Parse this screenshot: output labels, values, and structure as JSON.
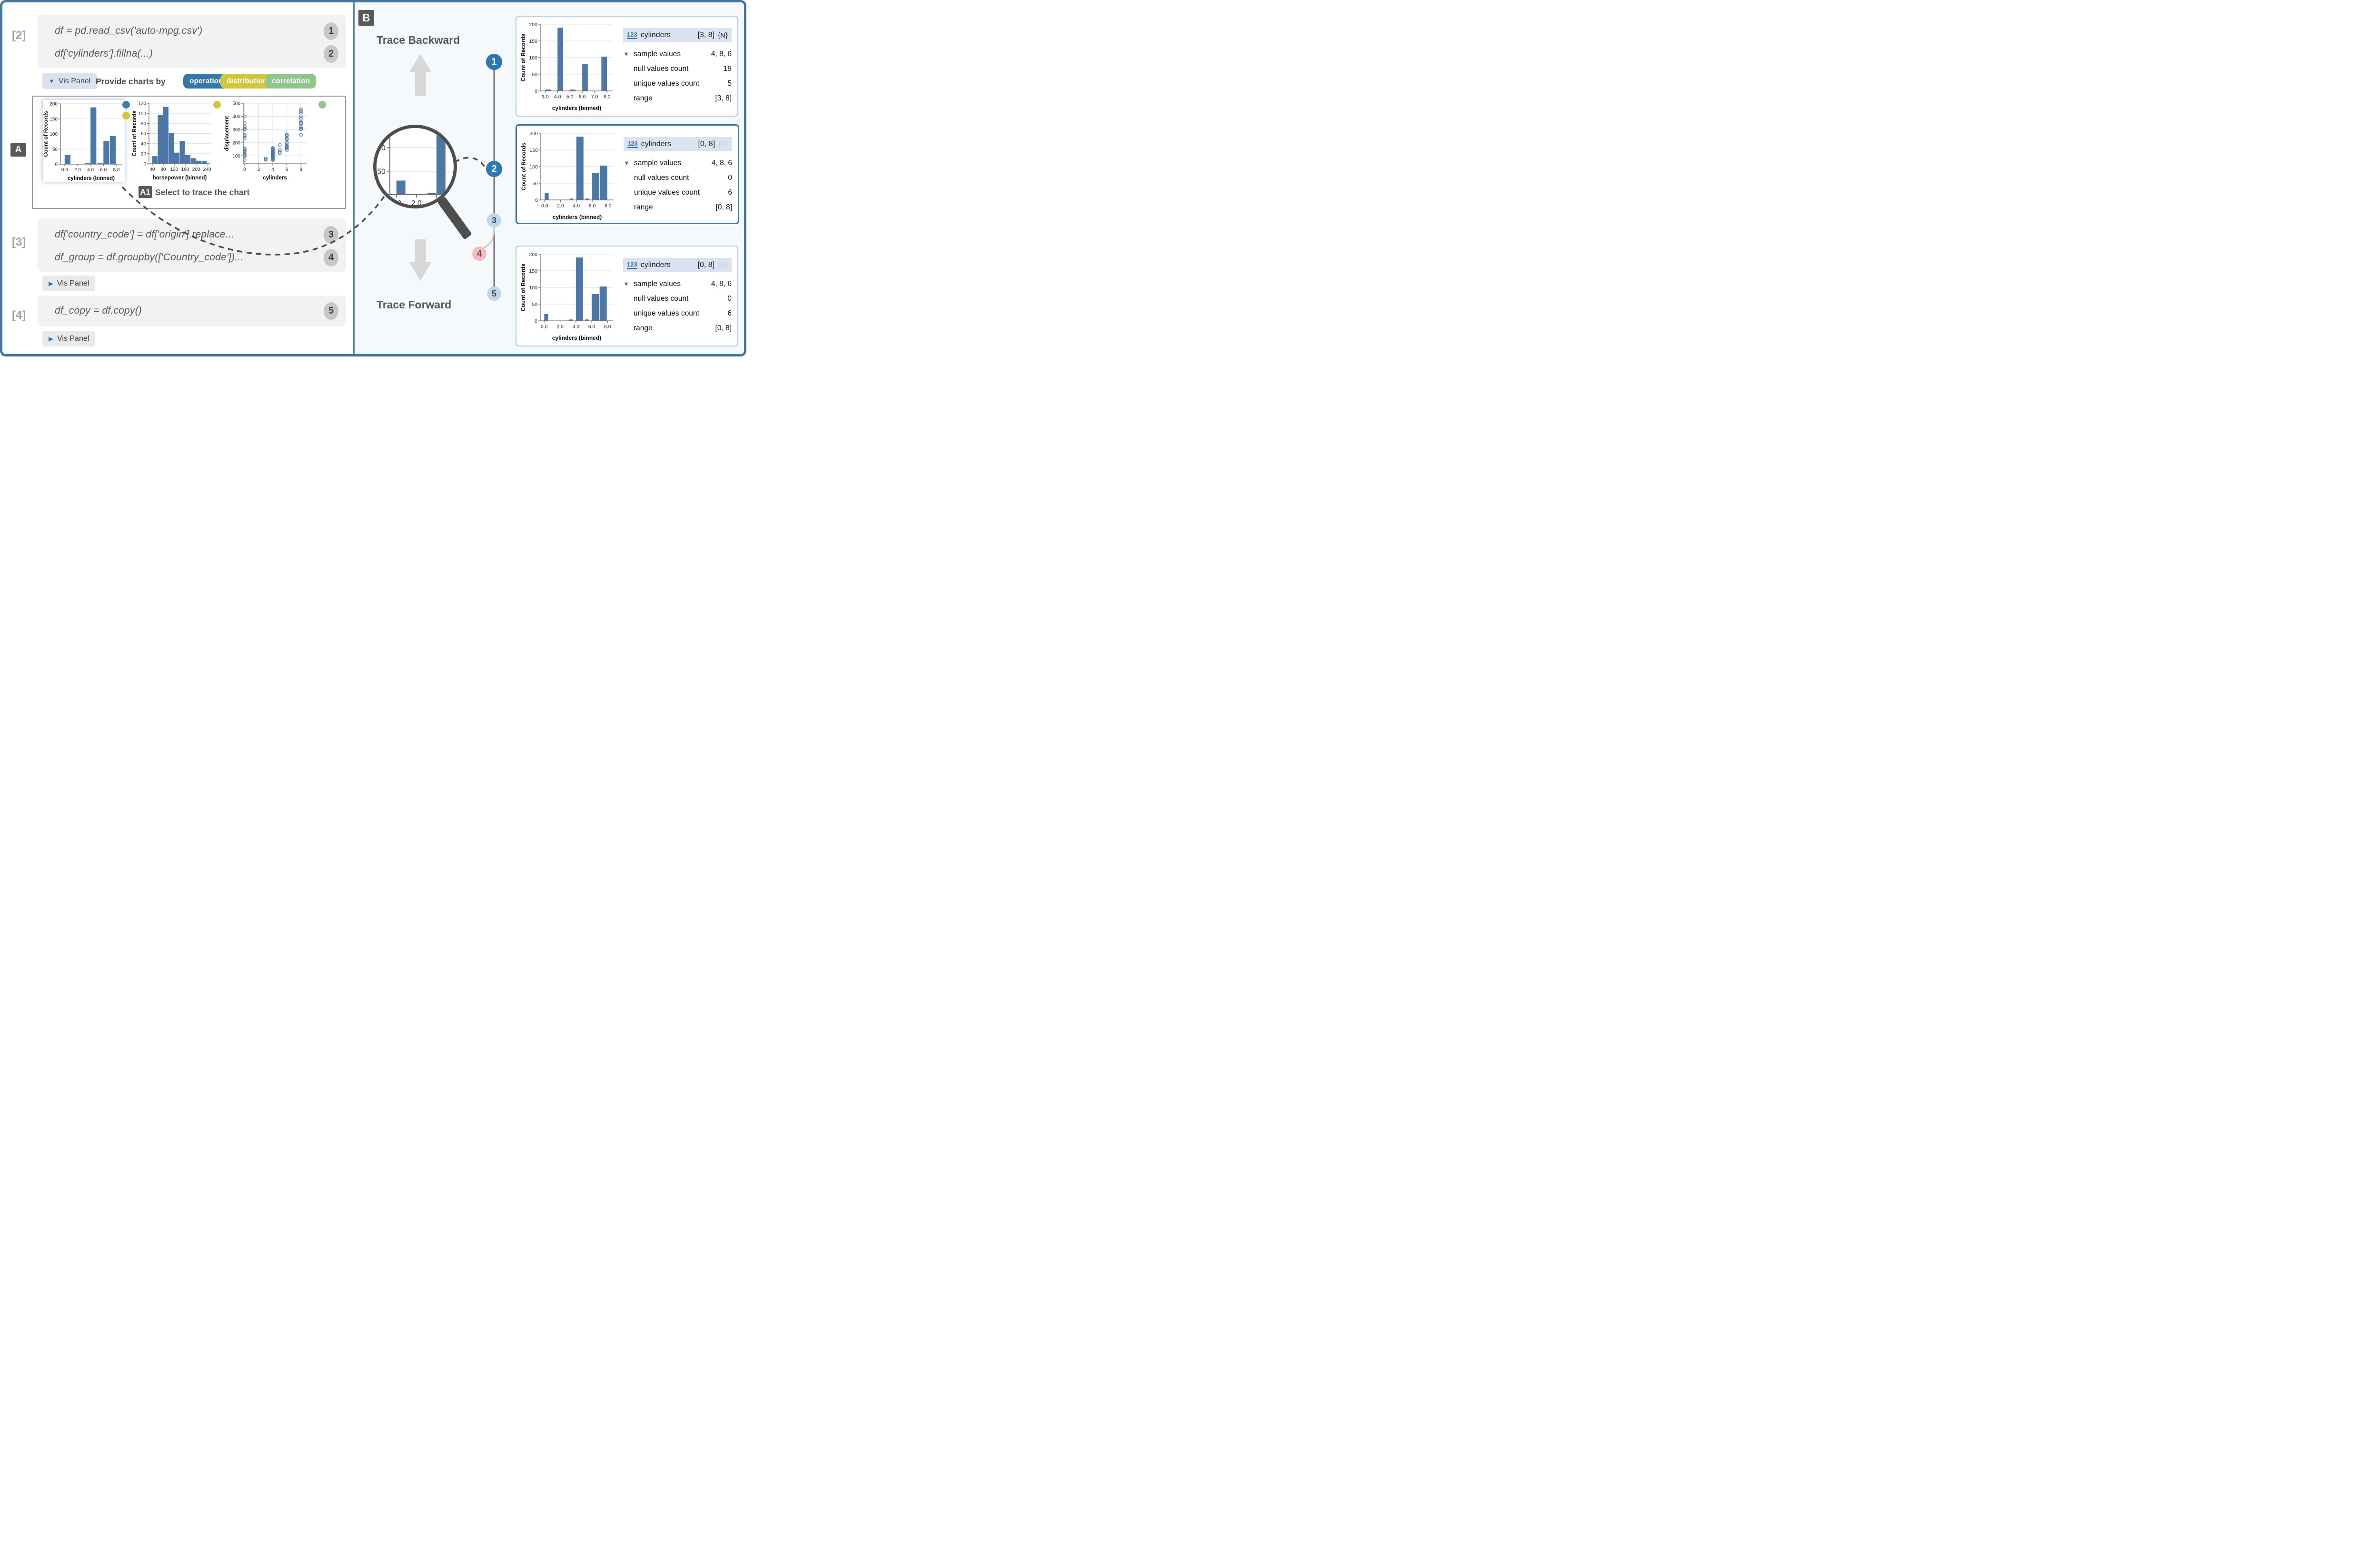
{
  "colors": {
    "accent_blue": "#3377ad",
    "tag_yellow": "#d0c838",
    "tag_green": "#90c58b",
    "node_blue": "#2b78b3",
    "node_light_blue": "#bed8eb",
    "node_pink": "#f7b9bc",
    "bar_blue": "#4c78a8",
    "dot_blue": "#3b7fb5",
    "dot_yellow": "#d0c838",
    "dot_green": "#90c58b"
  },
  "left_panel": {
    "cells": [
      {
        "label": "[2]",
        "lines": [
          {
            "code": "df = pd.read_csv('auto-mpg.csv')",
            "badge": "1"
          },
          {
            "code": "df['cylinders'].fillna(...)",
            "badge": "2"
          }
        ]
      },
      {
        "label": "[3]",
        "lines": [
          {
            "code": "df['country_code'] = df['origin'].replace...",
            "badge": "3"
          },
          {
            "code": "df_group = df.groupby(['Country_code'])...",
            "badge": "4"
          }
        ]
      },
      {
        "label": "[4]",
        "lines": [
          {
            "code": "df_copy = df.copy()",
            "badge": "5"
          }
        ]
      }
    ],
    "vis_panel_label": "Vis Panel",
    "expanded_icon": "▼",
    "collapsed_icon": "▶",
    "provide_charts_label": "Provide charts by",
    "tags": [
      {
        "label": "operation"
      },
      {
        "label": "distribution"
      },
      {
        "label": "correlation"
      }
    ],
    "panel_a_label": "A",
    "annotation_a1": {
      "label": "A1",
      "text": "Select to trace the chart"
    }
  },
  "right_panel": {
    "panel_b_label": "B",
    "trace_backward_label": "Trace Backward",
    "trace_forward_label": "Trace Forward",
    "timeline_nodes": [
      {
        "label": "1"
      },
      {
        "label": "2"
      },
      {
        "label": "3"
      },
      {
        "label": "4"
      },
      {
        "label": "5"
      }
    ],
    "cards": [
      {
        "field_type_icon": "123",
        "field_name": "cylinders",
        "field_range": "[3, 8]",
        "null_badge": "{N}",
        "selected": false,
        "rows": [
          {
            "label": "sample values",
            "value": "4, 8, 6"
          },
          {
            "label": "null values count",
            "value": "19"
          },
          {
            "label": "unique values count",
            "value": "5"
          },
          {
            "label": "range",
            "value": "[3, 8]"
          }
        ]
      },
      {
        "field_type_icon": "123",
        "field_name": "cylinders",
        "field_range": "[0, 8]",
        "null_badge": "{N}",
        "selected": true,
        "rows": [
          {
            "label": "sample values",
            "value": "4, 8, 6"
          },
          {
            "label": "null values count",
            "value": "0"
          },
          {
            "label": "unique values count",
            "value": "6"
          },
          {
            "label": "range",
            "value": "[0, 8]"
          }
        ]
      },
      {
        "field_type_icon": "123",
        "field_name": "cylinders",
        "field_range": "[0, 8]",
        "null_badge": "{N}",
        "selected": false,
        "rows": [
          {
            "label": "sample values",
            "value": "4, 8, 6"
          },
          {
            "label": "null values count",
            "value": "0"
          },
          {
            "label": "unique values count",
            "value": "6"
          },
          {
            "label": "range",
            "value": "[0, 8]"
          }
        ]
      }
    ]
  },
  "chart_data": [
    {
      "id": "panel_a_cylinders",
      "type": "bar",
      "title": "",
      "xlabel": "cylinders (binned)",
      "ylabel": "Count of Records",
      "xlim": [
        -0.65,
        8.85
      ],
      "ylim": [
        0,
        200
      ],
      "xticks": [
        0,
        2,
        4,
        6,
        8
      ],
      "xtick_labels": [
        "0.0",
        "2.0",
        "4.0",
        "6.0",
        "8.0"
      ],
      "yticks": [
        0,
        50,
        100,
        150,
        200
      ],
      "bars": [
        {
          "x0": 0.0,
          "x1": 0.9,
          "v": 30
        },
        {
          "x0": 3.1,
          "x1": 3.95,
          "v": 3
        },
        {
          "x0": 4.0,
          "x1": 4.9,
          "v": 188
        },
        {
          "x0": 5.05,
          "x1": 5.9,
          "v": 3
        },
        {
          "x0": 6.0,
          "x1": 6.9,
          "v": 77
        },
        {
          "x0": 7.0,
          "x1": 7.9,
          "v": 93
        }
      ]
    },
    {
      "id": "panel_a_horsepower",
      "type": "bar",
      "title": "",
      "xlabel": "horsepower (binned)",
      "ylabel": "Count of Records",
      "xlim": [
        28,
        252
      ],
      "ylim": [
        0,
        120
      ],
      "xticks": [
        40,
        80,
        120,
        160,
        200,
        240
      ],
      "xtick_labels": [
        "40",
        "80",
        "120",
        "160",
        "200",
        "240"
      ],
      "yticks": [
        0,
        20,
        40,
        60,
        80,
        100,
        120
      ],
      "bars": [
        {
          "x0": 40,
          "x1": 59,
          "v": 15
        },
        {
          "x0": 60,
          "x1": 79,
          "v": 97
        },
        {
          "x0": 80,
          "x1": 99,
          "v": 113
        },
        {
          "x0": 100,
          "x1": 119,
          "v": 61
        },
        {
          "x0": 120,
          "x1": 139,
          "v": 22
        },
        {
          "x0": 140,
          "x1": 159,
          "v": 45
        },
        {
          "x0": 160,
          "x1": 179,
          "v": 17
        },
        {
          "x0": 180,
          "x1": 199,
          "v": 11
        },
        {
          "x0": 200,
          "x1": 219,
          "v": 6
        },
        {
          "x0": 220,
          "x1": 239,
          "v": 5
        }
      ]
    },
    {
      "id": "panel_a_scatter",
      "type": "scatter",
      "title": "",
      "xlabel": "cylinders",
      "ylabel": "displacement",
      "xlim": [
        -0.2,
        8.8
      ],
      "ylim": [
        40,
        500
      ],
      "xticks": [
        0,
        2,
        4,
        6,
        8
      ],
      "xtick_labels": [
        "0",
        "2",
        "4",
        "6",
        "8"
      ],
      "yticks": [
        100,
        200,
        300,
        400,
        500
      ],
      "points": [
        [
          0,
          68
        ],
        [
          0,
          97
        ],
        [
          0,
          105
        ],
        [
          0,
          110
        ],
        [
          0,
          120
        ],
        [
          0,
          135
        ],
        [
          0,
          140
        ],
        [
          0,
          151
        ],
        [
          0,
          155
        ],
        [
          0,
          231
        ],
        [
          0,
          250
        ],
        [
          0,
          258
        ],
        [
          0,
          302
        ],
        [
          0,
          307
        ],
        [
          0,
          318
        ],
        [
          0,
          350
        ],
        [
          0,
          400
        ],
        [
          3,
          70
        ],
        [
          3,
          72
        ],
        [
          3,
          80
        ],
        [
          4,
          68
        ],
        [
          4,
          71
        ],
        [
          4,
          76
        ],
        [
          4,
          79
        ],
        [
          4,
          83
        ],
        [
          4,
          85
        ],
        [
          4,
          88
        ],
        [
          4,
          90
        ],
        [
          4,
          91
        ],
        [
          4,
          97
        ],
        [
          4,
          98
        ],
        [
          4,
          101
        ],
        [
          4,
          105
        ],
        [
          4,
          107
        ],
        [
          4,
          108
        ],
        [
          4,
          110
        ],
        [
          4,
          112
        ],
        [
          4,
          115
        ],
        [
          4,
          116
        ],
        [
          4,
          119
        ],
        [
          4,
          120
        ],
        [
          4,
          121
        ],
        [
          4,
          122
        ],
        [
          4,
          130
        ],
        [
          4,
          134
        ],
        [
          4,
          135
        ],
        [
          4,
          140
        ],
        [
          4,
          144
        ],
        [
          4,
          146
        ],
        [
          4,
          151
        ],
        [
          4,
          156
        ],
        [
          4,
          160
        ],
        [
          5,
          121
        ],
        [
          5,
          131
        ],
        [
          5,
          145
        ],
        [
          5,
          183
        ],
        [
          6,
          145
        ],
        [
          6,
          155
        ],
        [
          6,
          163
        ],
        [
          6,
          168
        ],
        [
          6,
          170
        ],
        [
          6,
          171
        ],
        [
          6,
          173
        ],
        [
          6,
          181
        ],
        [
          6,
          199
        ],
        [
          6,
          200
        ],
        [
          6,
          225
        ],
        [
          6,
          231
        ],
        [
          6,
          232
        ],
        [
          6,
          250
        ],
        [
          6,
          258
        ],
        [
          6,
          262
        ],
        [
          8,
          260
        ],
        [
          8,
          302
        ],
        [
          8,
          305
        ],
        [
          8,
          307
        ],
        [
          8,
          318
        ],
        [
          8,
          340
        ],
        [
          8,
          350
        ],
        [
          8,
          351
        ],
        [
          8,
          360
        ],
        [
          8,
          383
        ],
        [
          8,
          400
        ],
        [
          8,
          429
        ],
        [
          8,
          440
        ],
        [
          8,
          455
        ]
      ]
    },
    {
      "id": "card_cylinders_nulls",
      "type": "bar",
      "title": "",
      "xlabel": "cylinders (binned)",
      "ylabel": "Count of Records",
      "xlim": [
        2.6,
        8.5
      ],
      "ylim": [
        0,
        200
      ],
      "xticks": [
        3,
        4,
        5,
        6,
        7,
        8
      ],
      "xtick_labels": [
        "3.0",
        "4.0",
        "5.0",
        "6.0",
        "7.0",
        "8.0"
      ],
      "yticks": [
        0,
        50,
        100,
        150,
        200
      ],
      "bars": [
        {
          "x0": 3.0,
          "x1": 3.45,
          "v": 4
        },
        {
          "x0": 4.0,
          "x1": 4.45,
          "v": 190
        },
        {
          "x0": 5.0,
          "x1": 5.45,
          "v": 4
        },
        {
          "x0": 6.0,
          "x1": 6.45,
          "v": 80
        },
        {
          "x0": 7.55,
          "x1": 8.0,
          "v": 103
        }
      ]
    },
    {
      "id": "card_cylinders_filled",
      "type": "bar",
      "title": "",
      "xlabel": "cylinders (binned)",
      "ylabel": "Count of Records",
      "xlim": [
        -0.5,
        8.7
      ],
      "ylim": [
        0,
        200
      ],
      "xticks": [
        0,
        2,
        4,
        6,
        8
      ],
      "xtick_labels": [
        "0.0",
        "2.0",
        "4.0",
        "6.0",
        "8.0"
      ],
      "yticks": [
        0,
        50,
        100,
        150,
        200
      ],
      "bars": [
        {
          "x0": 0.0,
          "x1": 0.5,
          "v": 20
        },
        {
          "x0": 3.15,
          "x1": 3.6,
          "v": 4
        },
        {
          "x0": 4.0,
          "x1": 4.9,
          "v": 190
        },
        {
          "x0": 5.15,
          "x1": 5.6,
          "v": 4
        },
        {
          "x0": 6.0,
          "x1": 6.9,
          "v": 80
        },
        {
          "x0": 7.0,
          "x1": 7.9,
          "v": 103
        }
      ]
    }
  ]
}
